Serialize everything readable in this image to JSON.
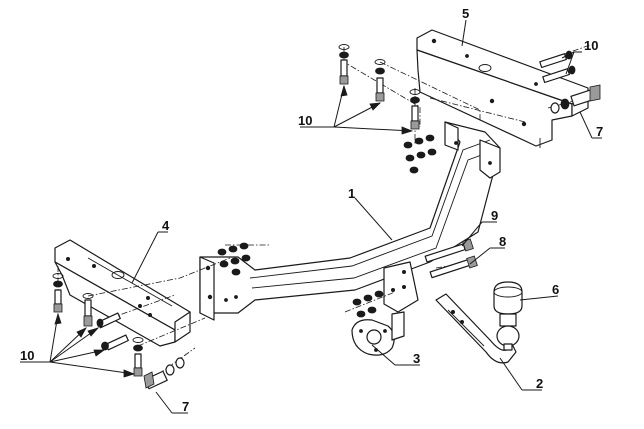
{
  "callouts": {
    "c1": "1",
    "c2": "2",
    "c3": "3",
    "c4": "4",
    "c5": "5",
    "c6": "6",
    "c7_right": "7",
    "c7_left": "7",
    "c8": "8",
    "c9": "9",
    "c10_top_right": "10",
    "c10_top_left": "10",
    "c10_left": "10"
  }
}
